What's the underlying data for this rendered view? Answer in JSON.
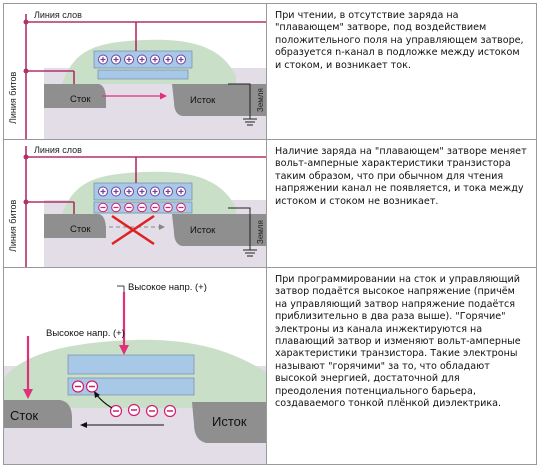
{
  "diagram1": {
    "word_line": "Линия слов",
    "bit_line": "Линия битов",
    "drain": "Сток",
    "source": "Исток",
    "ground": "Земля",
    "caption": "При чтении, в отсутствие заряда на \"плавающем\" затворе, под воздействием положительного поля на управляющем затворе, образуется n-канал в подложке между истоком и стоком, и возникает ток."
  },
  "diagram2": {
    "word_line": "Линия слов",
    "bit_line": "Линия битов",
    "drain": "Сток",
    "source": "Исток",
    "ground": "Земля",
    "caption": "Наличие заряда на \"плавающем\" затворе меняет вольт-амперные характеристики транзистора таким образом, что при обычном для чтения напряжении канал не появляется, и тока между истоком и стоком не возникает."
  },
  "diagram3": {
    "high_voltage_top": "Высокое напр. (+)",
    "high_voltage_left": "Высокое напр. (+)",
    "drain": "Сток",
    "source": "Исток",
    "caption": "При программировании на сток и управляющий затвор подаётся высокое напряжение (причём на управляющий затвор напряжение подаётся приблизительно в два раза выше). \"Горячие\" электроны из канала инжектируются на плавающий затвор и изменяют вольт-амперные характеристики транзистора. Такие электроны называют \"горячими\" за то, что обладают высокой энергией, достаточной для преодоления потенциального барьера, создаваемого тонкой плёнкой диэлектрика."
  },
  "colors": {
    "substrate": "#e3dde8",
    "oxide": "#c9dfc8",
    "gate": "#a8c8e8",
    "wire": "#b0306a",
    "arrow": "#e0307a",
    "plus": "#7040a0",
    "minus": "#d02070"
  }
}
